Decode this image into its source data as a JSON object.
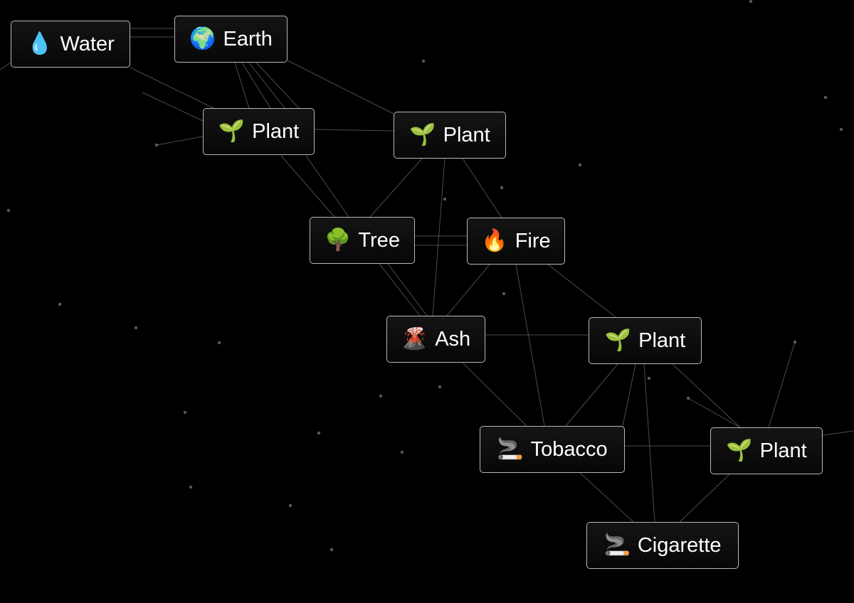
{
  "background_color": "#000000",
  "elements": [
    {
      "id": "water",
      "label": "Water",
      "icon": "droplet-icon",
      "emoji": "💧"
    },
    {
      "id": "earth",
      "label": "Earth",
      "icon": "globe-icon",
      "emoji": "🌍"
    },
    {
      "id": "plant1",
      "label": "Plant",
      "icon": "seedling-icon",
      "emoji": "🌱"
    },
    {
      "id": "plant2",
      "label": "Plant",
      "icon": "seedling-icon",
      "emoji": "🌱"
    },
    {
      "id": "tree",
      "label": "Tree",
      "icon": "tree-icon",
      "emoji": "🌳"
    },
    {
      "id": "fire",
      "label": "Fire",
      "icon": "fire-icon",
      "emoji": "🔥"
    },
    {
      "id": "ash",
      "label": "Ash",
      "icon": "volcano-icon",
      "emoji": "🌋"
    },
    {
      "id": "plant3",
      "label": "Plant",
      "icon": "seedling-icon",
      "emoji": "🌱"
    },
    {
      "id": "tobacco",
      "label": "Tobacco",
      "icon": "cigarette-icon",
      "emoji": "🚬"
    },
    {
      "id": "plant4",
      "label": "Plant",
      "icon": "seedling-icon",
      "emoji": "🌱"
    },
    {
      "id": "cigarette",
      "label": "Cigarette",
      "icon": "cigarette-icon",
      "emoji": "🚬"
    }
  ]
}
